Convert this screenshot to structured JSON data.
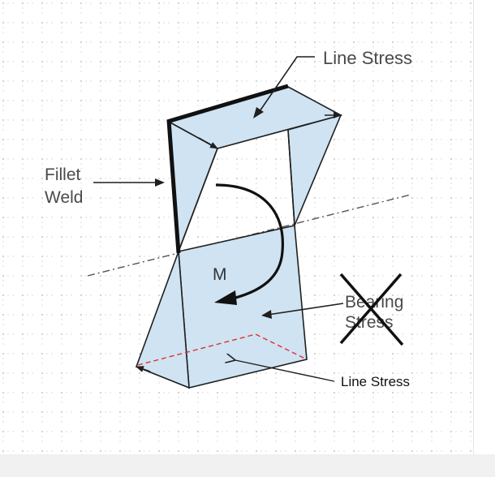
{
  "diagram": {
    "labels": {
      "line_stress_top": "Line Stress",
      "fillet_weld_line1": "Fillet",
      "fillet_weld_line2": "Weld",
      "moment": "M",
      "bearing_stress_line1": "Bearing",
      "bearing_stress_line2": "Stress",
      "line_stress_bottom": "Line Stress"
    },
    "colors": {
      "face_fill": "#cfe3f2",
      "outline": "#1f1f1f",
      "dashed_edge": "#e03030",
      "grid_dot": "#c4c4c4",
      "background": "#ffffff",
      "bottom_strip": "#f1f1f1"
    },
    "icons": {
      "bearing_stress_cross": "x-cross-icon"
    }
  }
}
